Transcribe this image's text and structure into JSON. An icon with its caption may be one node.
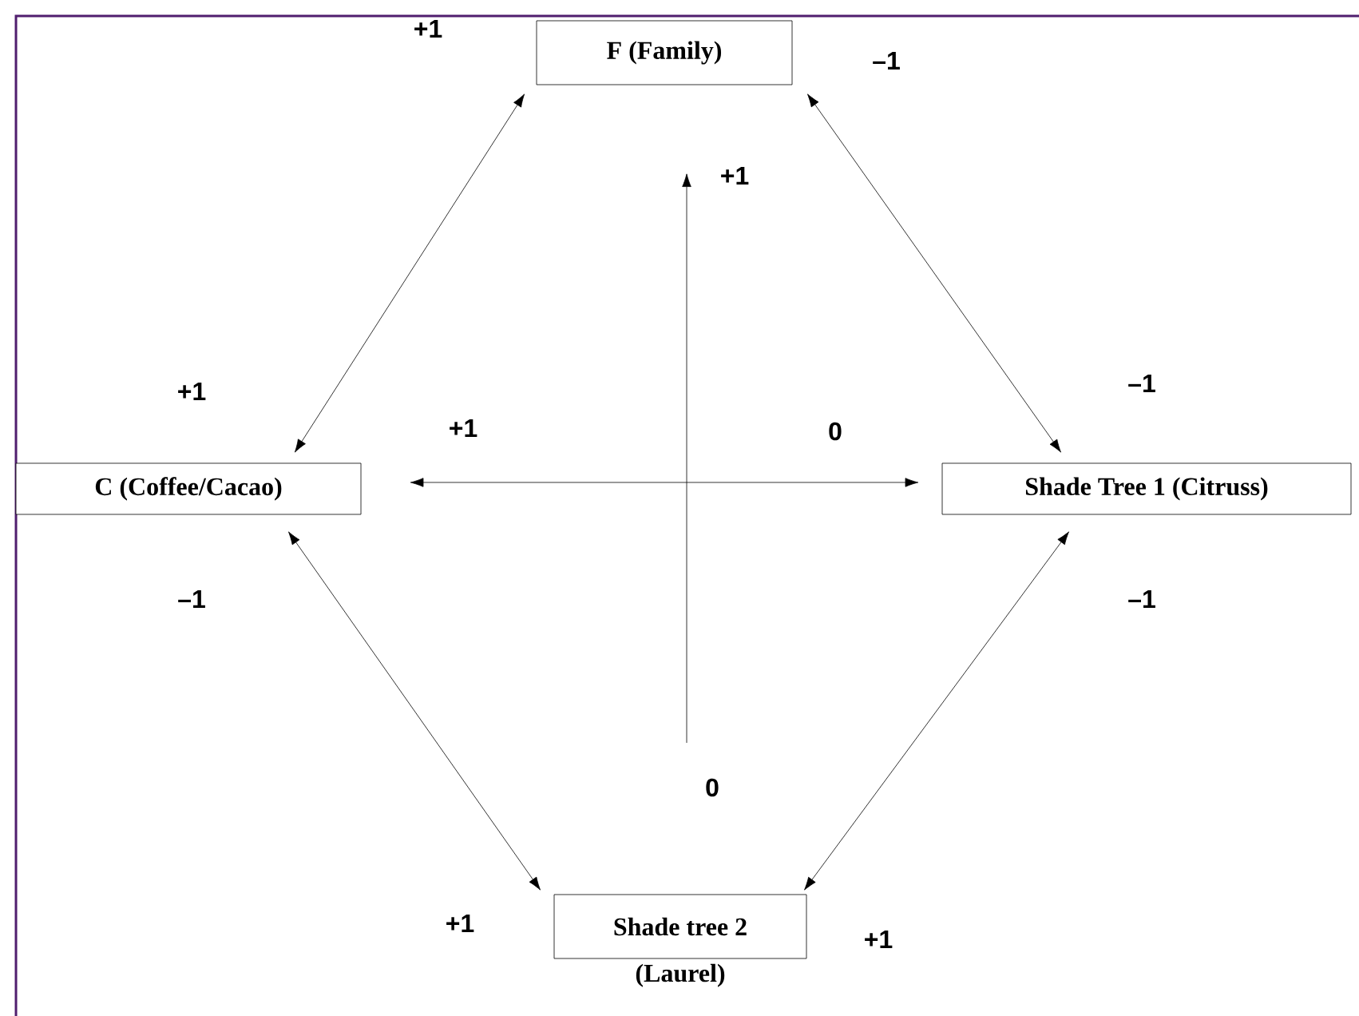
{
  "diagram": {
    "nodes": [
      {
        "text": [
          "F (Family)"
        ]
      },
      {
        "text": [
          "C (Coffee/Cacao)"
        ]
      },
      {
        "text": [
          "Shade Tree 1 (Citruss)"
        ]
      },
      {
        "text": [
          "Shade tree 2",
          "(Laurel)"
        ]
      }
    ],
    "edges": [
      {
        "from": 0,
        "to": 1,
        "arrow": "both"
      },
      {
        "from": 0,
        "to": 2,
        "arrow": "both"
      },
      {
        "from": 1,
        "to": 2,
        "arrow": "both"
      },
      {
        "from": 1,
        "to": 3,
        "arrow": "both"
      },
      {
        "from": 2,
        "to": 3,
        "arrow": "both"
      }
    ],
    "labels": [
      "+1",
      "–1",
      "+1",
      "+1",
      "–1",
      "+1",
      "0",
      "–1",
      "–1",
      "0",
      "+1",
      "+1"
    ]
  }
}
